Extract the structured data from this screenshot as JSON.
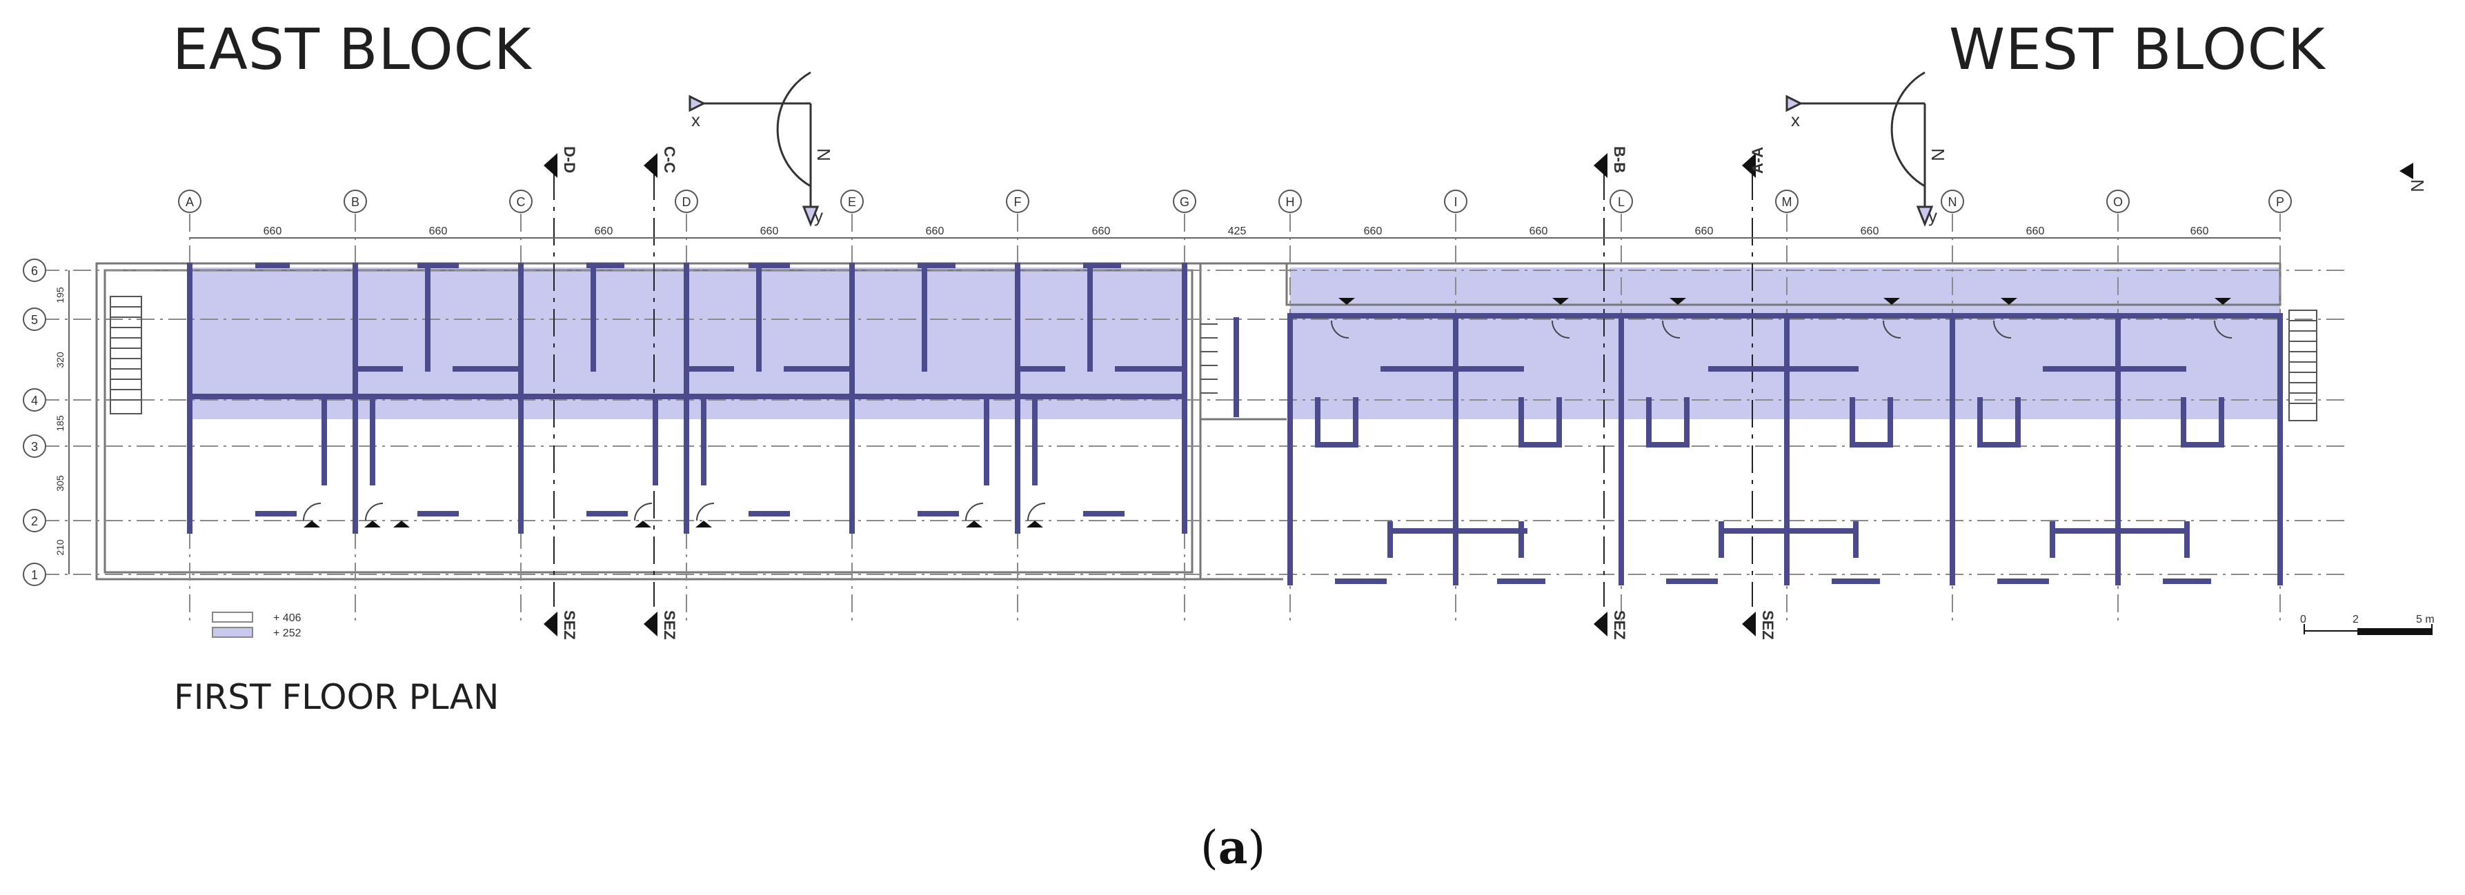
{
  "titles": {
    "east": "EAST BLOCK",
    "west": "WEST BLOCK",
    "plan": "FIRST FLOOR PLAN",
    "caption_open": "(",
    "caption_letter": "a",
    "caption_close": ")"
  },
  "grid_columns": {
    "east": [
      "A",
      "B",
      "C",
      "D",
      "E",
      "F",
      "G"
    ],
    "west": [
      "H",
      "I",
      "L",
      "M",
      "N",
      "O",
      "P"
    ]
  },
  "column_spacings": {
    "east": [
      "660",
      "660",
      "660",
      "660",
      "660",
      "660"
    ],
    "between": "425",
    "west": [
      "660",
      "660",
      "660",
      "660",
      "660",
      "660"
    ]
  },
  "grid_rows": [
    "6",
    "5",
    "4",
    "3",
    "2",
    "1"
  ],
  "row_spacings": [
    "195",
    "320",
    "185",
    "305",
    "210"
  ],
  "section_cuts": [
    {
      "label": "D-D",
      "bottom": "SEZ"
    },
    {
      "label": "C-C",
      "bottom": "SEZ"
    },
    {
      "label": "B-B",
      "bottom": "SEZ"
    },
    {
      "label": "A-A",
      "bottom": "SEZ"
    }
  ],
  "axes": {
    "x": "x",
    "y": "y",
    "north": "N"
  },
  "legend": [
    {
      "swatch": "#ffffff",
      "label": "+ 406"
    },
    {
      "swatch": "#c9c9f0",
      "label": "+ 252"
    }
  ],
  "scale_bar": {
    "labels": [
      "0",
      "2",
      "5 m"
    ]
  },
  "colors": {
    "wall": "#4a4a8c",
    "shade": "#c9c9f0",
    "line": "#666666"
  }
}
